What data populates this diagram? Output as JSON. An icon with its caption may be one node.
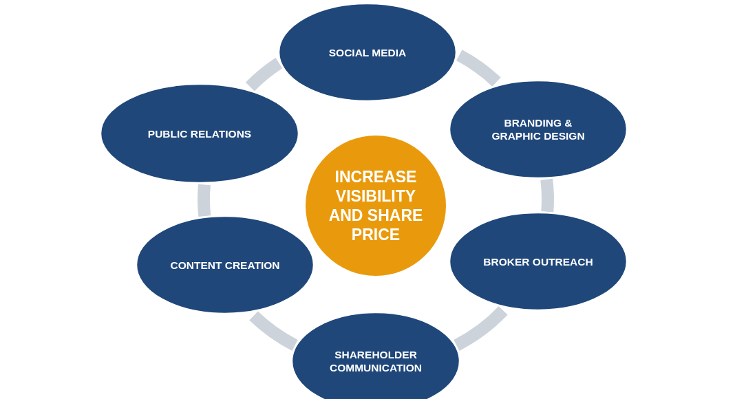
{
  "diagram": {
    "nodes": [
      {
        "text": [
          "SOCIAL MEDIA"
        ]
      },
      {
        "text": [
          "PUBLIC RELATIONS"
        ]
      },
      {
        "text": [
          "BRANDING & GRAPHIC DESIGN"
        ]
      },
      {
        "text": [
          "INCREASE VISIBILITY AND SHARE PRICE"
        ]
      },
      {
        "text": [
          "CONTENT CREATION"
        ]
      },
      {
        "text": [
          "BROKER OUTREACH"
        ]
      },
      {
        "text": [
          "SHAREHOLDER COMMUNICATION"
        ]
      }
    ],
    "edges": [
      {
        "from": 0,
        "to": 2,
        "arrow": "none"
      },
      {
        "from": 2,
        "to": 5,
        "arrow": "none"
      },
      {
        "from": 5,
        "to": 6,
        "arrow": "none"
      },
      {
        "from": 6,
        "to": 4,
        "arrow": "none"
      },
      {
        "from": 4,
        "to": 1,
        "arrow": "none"
      },
      {
        "from": 1,
        "to": 0,
        "arrow": "none"
      }
    ]
  }
}
